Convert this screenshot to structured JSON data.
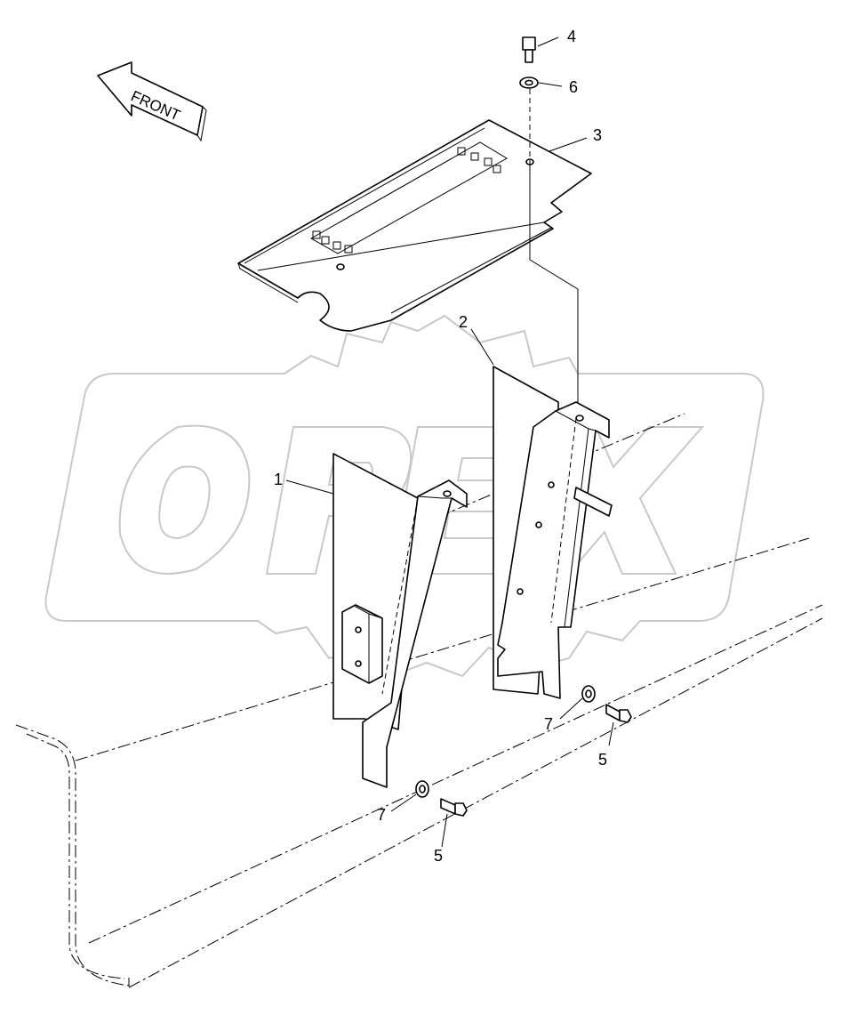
{
  "diagram": {
    "watermark_logo": "OPEX",
    "direction_arrow": {
      "label": "FRONT",
      "icon": "arrow-left-icon"
    },
    "callouts": [
      {
        "id": "1",
        "label": "1"
      },
      {
        "id": "2",
        "label": "2"
      },
      {
        "id": "3",
        "label": "3"
      },
      {
        "id": "4",
        "label": "4"
      },
      {
        "id": "5a",
        "label": "5"
      },
      {
        "id": "5b",
        "label": "5"
      },
      {
        "id": "6",
        "label": "6"
      },
      {
        "id": "7a",
        "label": "7"
      },
      {
        "id": "7b",
        "label": "7"
      }
    ]
  }
}
